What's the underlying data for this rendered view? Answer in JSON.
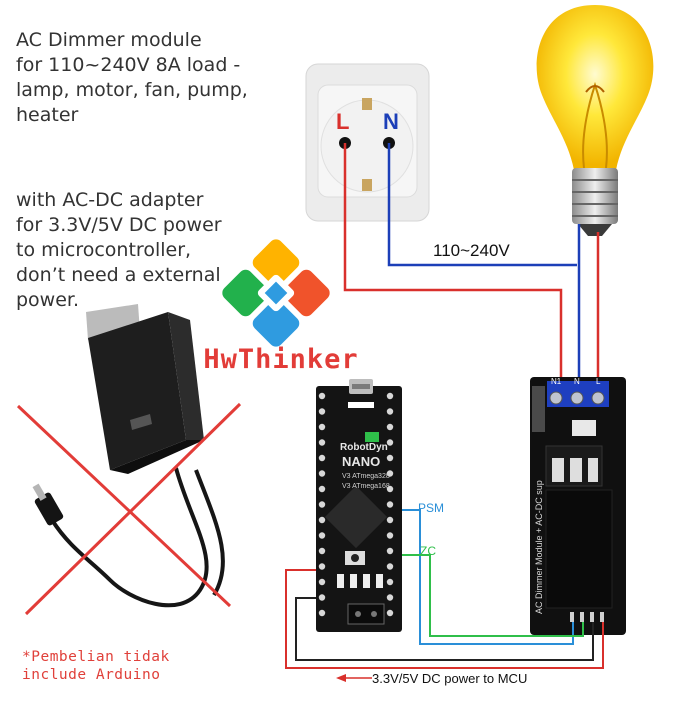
{
  "description": {
    "paragraph1": [
      "AC Dimmer module",
      "for 110~240V 8A load -",
      "lamp, motor, fan, pump,",
      "heater"
    ],
    "paragraph2": [
      "with AC-DC adapter",
      "for 3.3V/5V DC power",
      "to microcontroller,",
      "don’t need a external",
      "power."
    ]
  },
  "brand": {
    "name": "HwThinker",
    "logo_colors": [
      "#f0532b",
      "#ffb300",
      "#2f9be0",
      "#22b14c",
      "#e23c38"
    ]
  },
  "socket": {
    "live_label": "L",
    "neutral_label": "N"
  },
  "voltage_label": "110~240V",
  "arduino": {
    "brand_text": "RobotDyn",
    "model_text": "NANO",
    "chip_lines": [
      "V3  ATmega328",
      "V3  ATmega168"
    ]
  },
  "dimmer": {
    "terminal_labels": [
      "N1",
      "N",
      "L"
    ],
    "module_text": "AC Dimmer Module + AC-DC sup"
  },
  "signals": {
    "psm": "PSM",
    "zc": "ZC"
  },
  "power_label": "3.3V/5V DC power to MCU",
  "note": [
    "*Pembelian tidak",
    "include Arduino"
  ],
  "colors": {
    "live_wire": "#d9302c",
    "neutral_wire": "#1c3fb8",
    "psm_wire": "#2a8fd8",
    "zc_wire": "#2fbf4a",
    "cross": "#e23c38"
  },
  "icons": [
    "wall-socket-icon",
    "light-bulb-icon",
    "power-adapter-icon",
    "arduino-board-icon",
    "dimmer-module-icon"
  ]
}
